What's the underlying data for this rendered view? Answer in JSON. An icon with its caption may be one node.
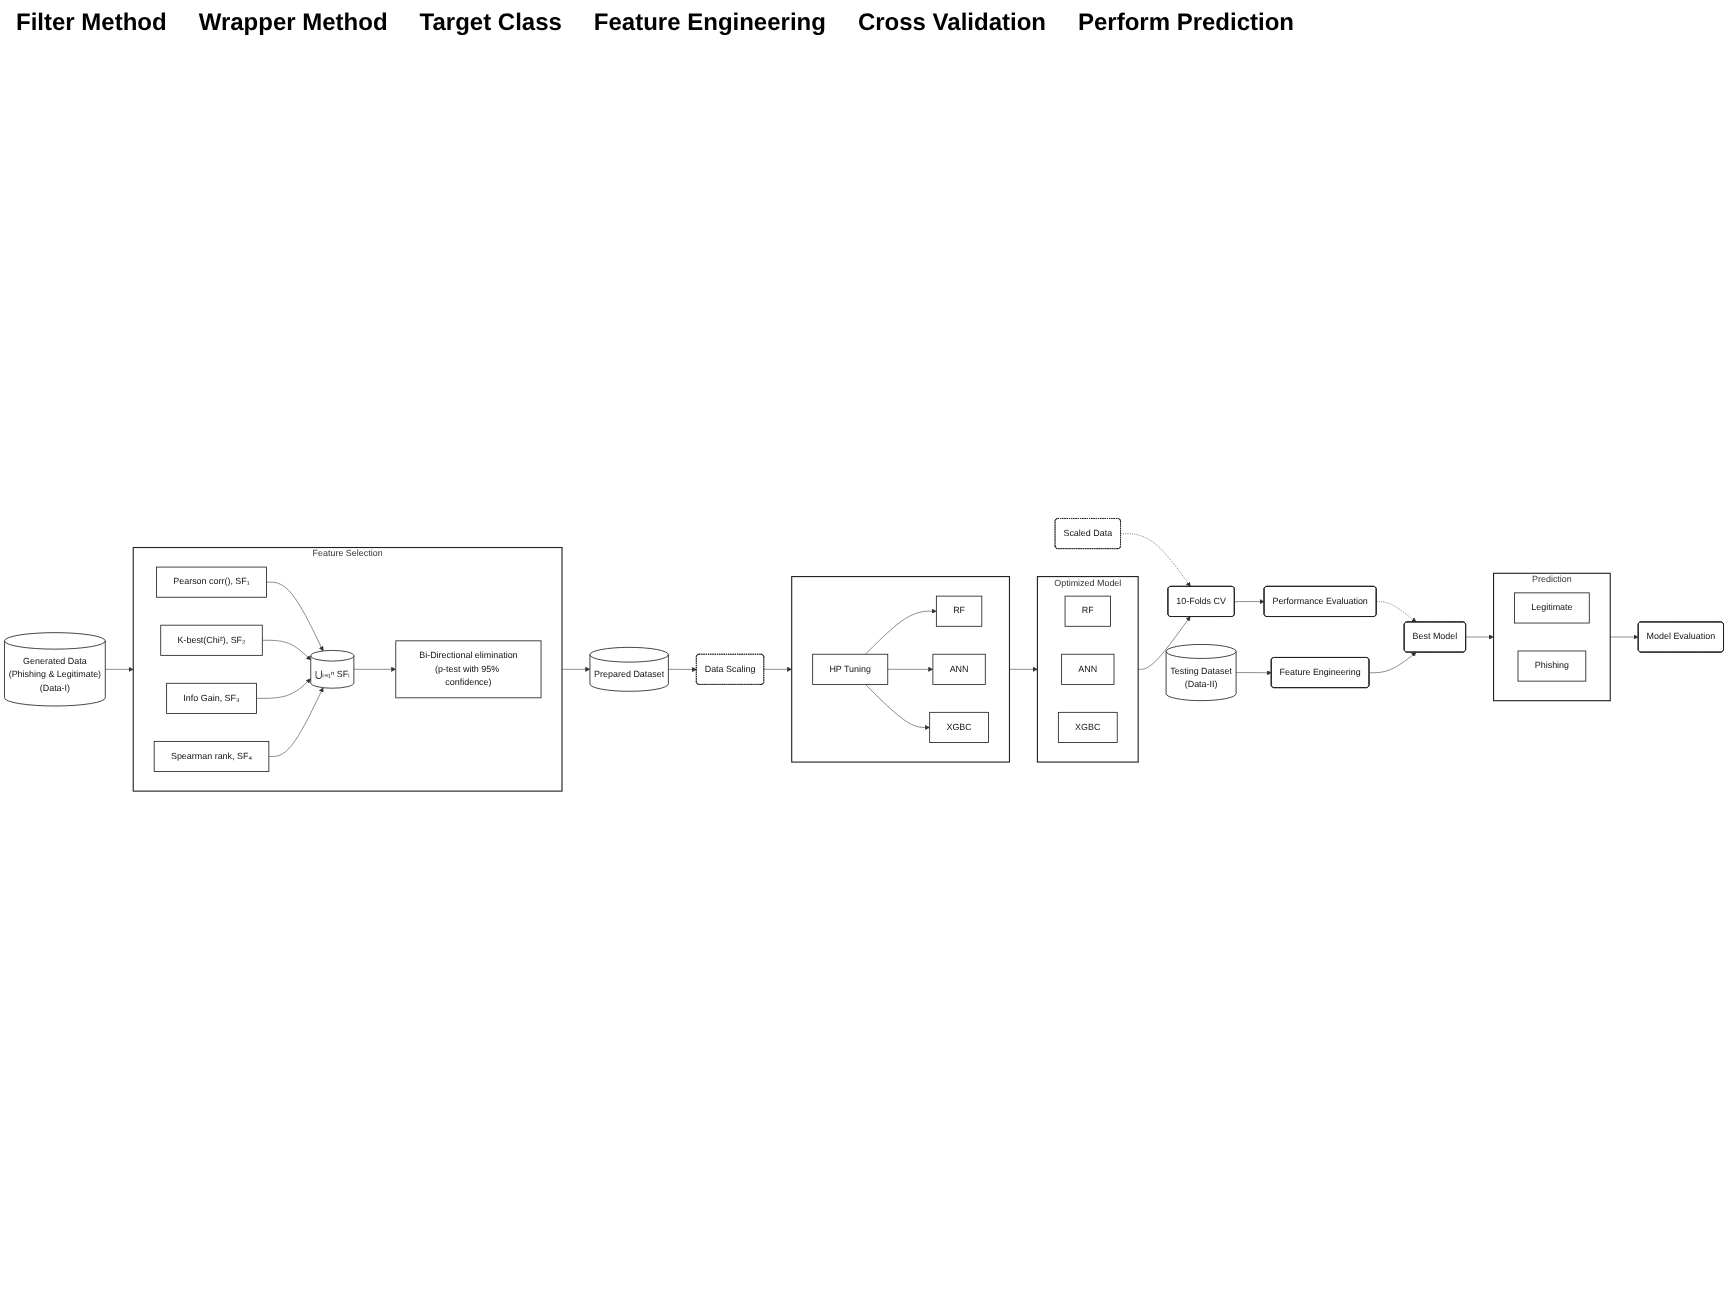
{
  "diagram": {
    "nodes": [
      {
        "text": [
          "Generated Data",
          "(Phishing & Legitimate)",
          "(Data-I)"
        ]
      },
      {
        "text": [
          "Feature Selection"
        ]
      },
      {
        "text": [
          "Pearson corr(), SF₁"
        ],
        "in": 1
      },
      {
        "text": [
          "K-best(Chi²), SF₂"
        ],
        "in": 1
      },
      {
        "text": [
          "Info Gain, SF₃"
        ],
        "in": 1
      },
      {
        "text": [
          "Spearman rank, SF₄"
        ],
        "in": 1
      },
      {
        "text": [
          "⋃ᵢ₌₁ⁿ SFᵢ"
        ],
        "in": 1
      },
      {
        "text": [
          "Bi-Directional elimination",
          "(p-test with 95% confidence)"
        ],
        "in": 1
      },
      {
        "text": [
          "Prepared Dataset"
        ]
      },
      {
        "text": [
          "Data Scaling"
        ]
      },
      {
        "text": [],
        "shape": "box"
      },
      {
        "text": [
          "HP Tuning"
        ],
        "in": 10
      },
      {
        "text": [
          "RF"
        ],
        "in": 10
      },
      {
        "text": [
          "ANN"
        ],
        "in": 10
      },
      {
        "text": [
          "XGBC"
        ],
        "in": 10
      },
      {
        "text": [
          "Optimized Model"
        ]
      },
      {
        "text": [
          "RF"
        ],
        "in": 15
      },
      {
        "text": [
          "ANN"
        ],
        "in": 15
      },
      {
        "text": [
          "XGBC"
        ],
        "in": 15
      },
      {
        "text": [
          "Scaled Data"
        ]
      },
      {
        "text": [
          "10-Folds CV"
        ]
      },
      {
        "text": [
          "Performance Evaluation"
        ]
      },
      {
        "text": [
          "Testing Dataset",
          "(Data-II)"
        ]
      },
      {
        "text": [
          "Feature Engineering"
        ]
      },
      {
        "text": [
          "Best Model"
        ]
      },
      {
        "text": [
          "Prediction"
        ]
      },
      {
        "text": [
          "Legitimate"
        ],
        "in": 25
      },
      {
        "text": [
          "Phishing"
        ],
        "in": 25
      },
      {
        "text": [
          "Model Evaluation"
        ]
      }
    ],
    "edges": [
      {
        "from": 0,
        "to": 1,
        "arrow": "to"
      },
      {
        "from": 2,
        "to": 6,
        "arrow": "to"
      },
      {
        "from": 3,
        "to": 6,
        "arrow": "to"
      },
      {
        "from": 4,
        "to": 6,
        "arrow": "to"
      },
      {
        "from": 5,
        "to": 6,
        "arrow": "to"
      },
      {
        "from": 6,
        "to": 7,
        "arrow": "to"
      },
      {
        "from": 1,
        "to": 8,
        "arrow": "to"
      },
      {
        "from": 8,
        "to": 9,
        "arrow": "to"
      },
      {
        "from": 9,
        "to": 10,
        "arrow": "to"
      },
      {
        "from": 11,
        "to": 12,
        "arrow": "to"
      },
      {
        "from": 11,
        "to": 13,
        "arrow": "to"
      },
      {
        "from": 11,
        "to": 14,
        "arrow": "to"
      },
      {
        "from": 10,
        "to": 15,
        "arrow": "to"
      },
      {
        "from": 15,
        "to": 20,
        "arrow": "to"
      },
      {
        "from": 19,
        "to": 20,
        "arrow": "to",
        "style": "dashed"
      },
      {
        "from": 20,
        "to": 21,
        "arrow": "to"
      },
      {
        "from": 21,
        "to": 24,
        "arrow": "to",
        "style": "dashed"
      },
      {
        "from": 22,
        "to": 23,
        "arrow": "to"
      },
      {
        "from": 23,
        "to": 24,
        "arrow": "to"
      },
      {
        "from": 24,
        "to": 25,
        "arrow": "to"
      },
      {
        "from": 25,
        "to": 28,
        "arrow": "to"
      }
    ],
    "labels": [
      "Filter Method",
      "Wrapper Method",
      "Target Class",
      "Feature Engineering",
      "Cross Validation",
      "Perform Prediction"
    ]
  }
}
